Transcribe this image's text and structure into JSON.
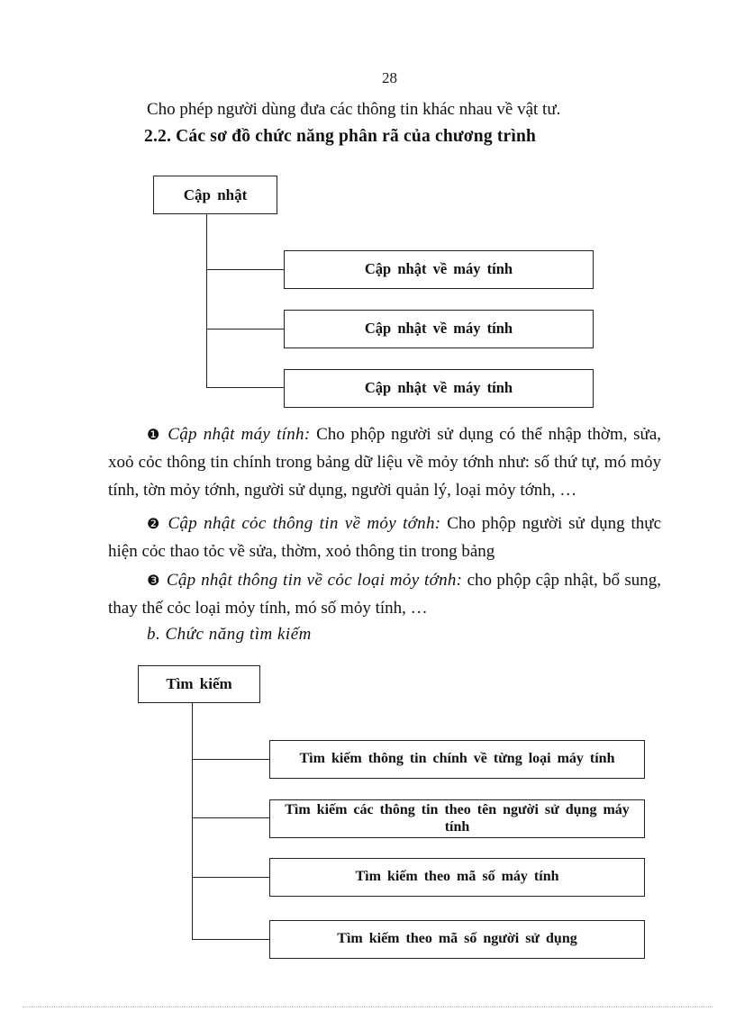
{
  "page": {
    "number": "28",
    "intro_line": "Cho phép người dùng đưa các thông tin khác nhau về vật tư.",
    "heading": "2.2. Các sơ đồ chức năng phân rã của chương trình",
    "sub_heading": "b. Chức năng tìm kiếm"
  },
  "update_diagram": {
    "root": "Cập nhật",
    "children": [
      "Cập nhật về máy tính",
      "Cập nhật về máy tính",
      "Cập nhật về máy tính"
    ]
  },
  "paragraphs": [
    {
      "marker": "❶",
      "label": "Cập nhật máy tính:",
      "body": " Cho phộp người sử dụng có thể nhập thờm, sửa, xoỏ cỏc thông tin chính trong bảng dữ liệu về mỏy tớnh như: số thứ tự, mó mỏy tính, tờn mỏy tớnh, người sử dụng, người quản lý, loại mỏy tớnh, …"
    },
    {
      "marker": "❷",
      "label": "Cập nhật cỏc thông tin về mỏy tớnh:",
      "body": " Cho phộp người sử dụng thực hiện cỏc thao tỏc về sửa, thờm, xoỏ thông tin trong bảng"
    },
    {
      "marker": "❸",
      "label": "Cập nhật thông tin về cỏc loại mỏy tớnh:",
      "body": " cho phộp cập nhật, bổ sung, thay thế cỏc loại mỏy tính, mó số mỏy tính, …"
    }
  ],
  "search_diagram": {
    "root": "Tìm kiếm",
    "children": [
      "Tìm kiếm thông tin chính về từng loại máy tính",
      "Tìm kiếm các thông tin theo tên người sử dụng máy tính",
      "Tìm kiếm theo mã số máy tính",
      "Tìm kiếm theo mã số người sử dụng"
    ]
  }
}
